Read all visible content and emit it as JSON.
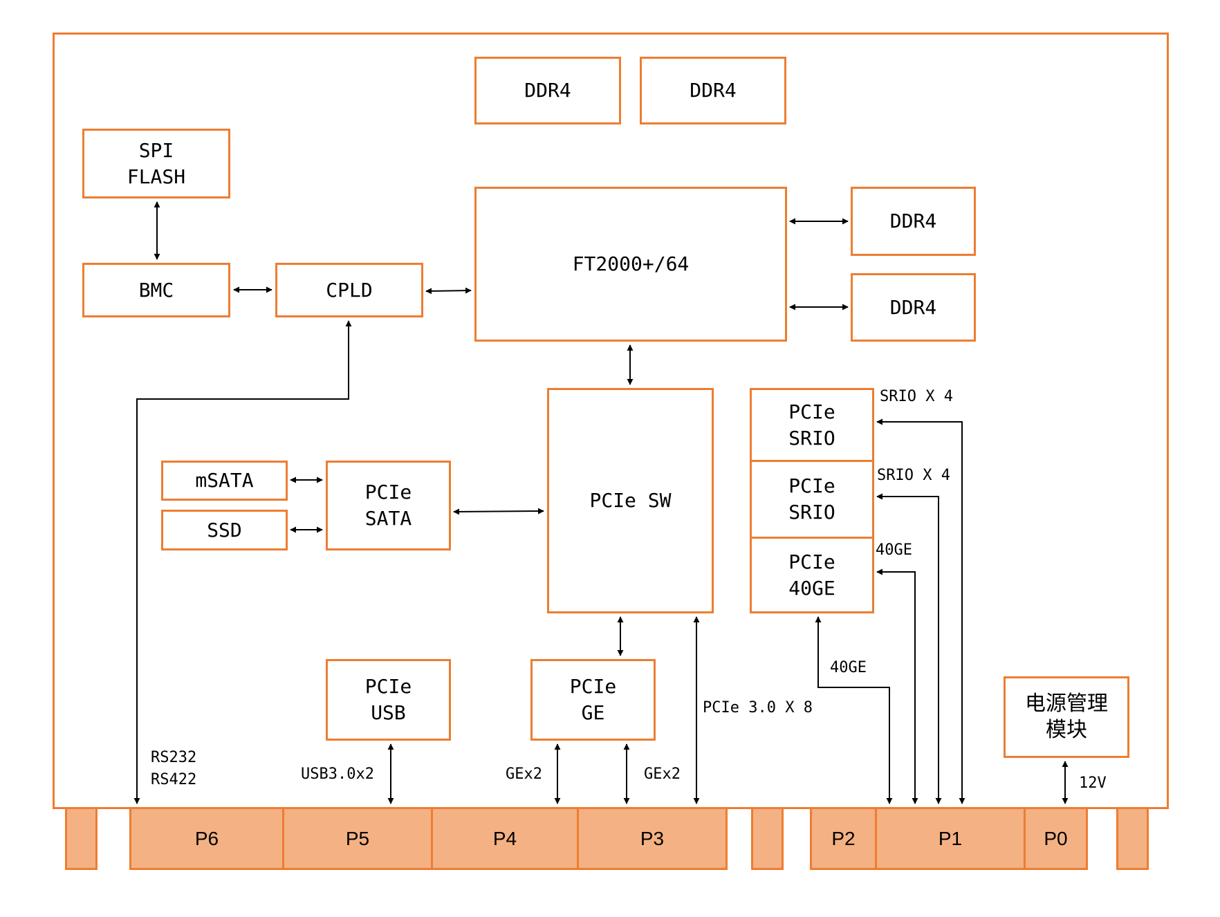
{
  "blocks": {
    "ddr4_top_left": "DDR4",
    "ddr4_top_right": "DDR4",
    "spi_flash": "SPI\nFLASH",
    "cpu": "FT2000+/64",
    "ddr4_right_upper": "DDR4",
    "ddr4_right_lower": "DDR4",
    "bmc": "BMC",
    "cpld": "CPLD",
    "pcie_sw": "PCIe SW",
    "pcie_srio_1": "PCIe\nSRIO",
    "pcie_srio_2": "PCIe\nSRIO",
    "pcie_40ge": "PCIe\n40GE",
    "msata": "mSATA",
    "ssd": "SSD",
    "pcie_sata": "PCIe\nSATA",
    "pcie_usb": "PCIe\nUSB",
    "pcie_ge": "PCIe\nGE",
    "power_mgmt": "电源管理\n模块"
  },
  "connectors": {
    "p6": "P6",
    "p5": "P5",
    "p4": "P4",
    "p3": "P3",
    "p2": "P2",
    "p1": "P1",
    "p0": "P0"
  },
  "labels": {
    "srio_x4_top": "SRIO X 4",
    "srio_x4_mid": "SRIO X 4",
    "ge40_right": "40GE",
    "ge40_left": "40GE",
    "pcie_x8": "PCIe 3.0 X 8",
    "rs232_rs422": "RS232\nRS422",
    "usb3_x2": "USB3.0x2",
    "gex2_left": "GEx2",
    "gex2_right": "GEx2",
    "v12": "12V"
  },
  "colors": {
    "border": "#ED7D31",
    "connector_fill": "#F4B183",
    "line": "#000000"
  }
}
